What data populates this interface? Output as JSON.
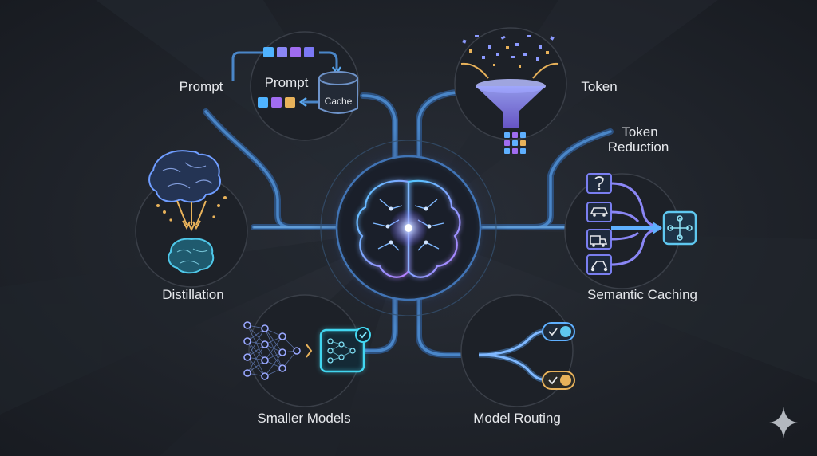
{
  "labels": {
    "prompt_outer": "Prompt",
    "prompt_inner": "Prompt",
    "cache": "Cache",
    "token": "Token",
    "token_reduction_line1": "Token",
    "token_reduction_line2": "Reduction",
    "distillation": "Distillation",
    "semantic_caching": "Semantic Caching",
    "smaller_models": "Smaller Models",
    "model_routing": "Model Routing"
  },
  "colors": {
    "background": "#1c2027",
    "connector": "#4a86c8",
    "connector_glow": "#7fc3ff",
    "brain_glow": "#9a7bff",
    "accent_cyan": "#43d6f0",
    "accent_gold": "#e8b25a",
    "accent_purple": "#9d7bf0",
    "node_circle": "#1e2229"
  },
  "icons": {
    "center": "glowing-brain-icon",
    "prompt": "prompt-cache-loop-icon",
    "token": "token-funnel-icon",
    "distillation": "brain-distillation-icon",
    "semantic": "semantic-routing-icon",
    "smaller": "neural-network-compression-icon",
    "routing": "model-routing-toggles-icon",
    "corner": "sparkle-icon"
  }
}
